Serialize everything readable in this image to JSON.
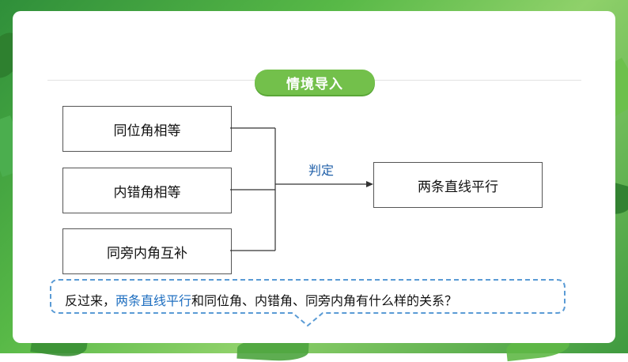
{
  "section_title": "情境导入",
  "conditions": [
    "同位角相等",
    "内错角相等",
    "同旁内角互补"
  ],
  "arrow_label": "判定",
  "conclusion": "两条直线平行",
  "question": {
    "prefix": "反过来，",
    "highlight": "两条直线平行",
    "suffix": "和同位角、内错角、同旁内角有什么样的关系？"
  },
  "colors": {
    "accent_green": "#73c04b",
    "highlight_blue": "#1f6fc0",
    "callout_border": "#5a9bd5"
  }
}
